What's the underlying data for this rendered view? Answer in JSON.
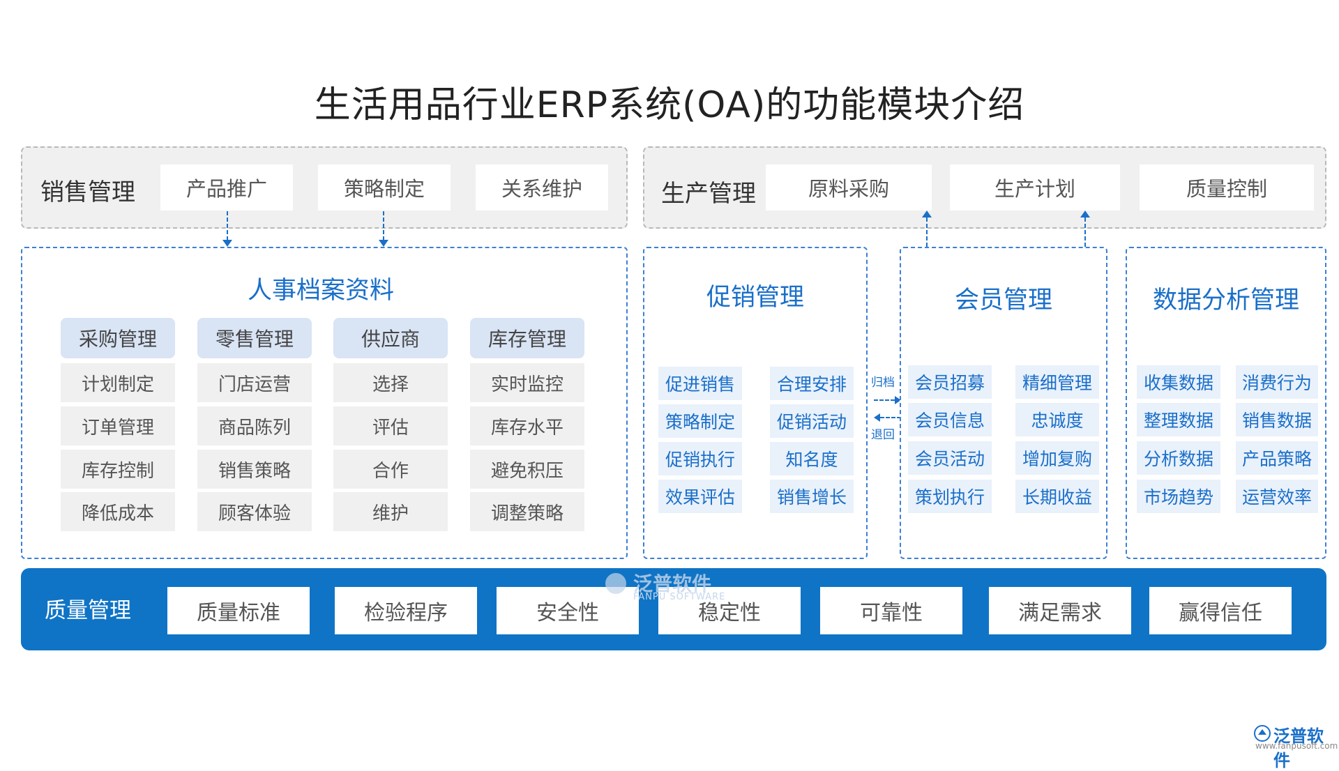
{
  "title": "生活用品行业ERP系统(OA)的功能模块介绍",
  "sales": {
    "label": "销售管理",
    "items": [
      "产品推广",
      "策略制定",
      "关系维护"
    ]
  },
  "production": {
    "label": "生产管理",
    "items": [
      "原料采购",
      "生产计划",
      "质量控制"
    ]
  },
  "hr": {
    "title": "人事档案资料",
    "columns": [
      {
        "header": "采购管理",
        "items": [
          "计划制定",
          "订单管理",
          "库存控制",
          "降低成本"
        ]
      },
      {
        "header": "零售管理",
        "items": [
          "门店运营",
          "商品陈列",
          "销售策略",
          "顾客体验"
        ]
      },
      {
        "header": "供应商",
        "items": [
          "选择",
          "评估",
          "合作",
          "维护"
        ]
      },
      {
        "header": "库存管理",
        "items": [
          "实时监控",
          "库存水平",
          "避免积压",
          "调整策略"
        ]
      }
    ]
  },
  "promo": {
    "title": "促销管理",
    "left": [
      "促进销售",
      "策略制定",
      "促销执行",
      "效果评估"
    ],
    "right": [
      "合理安排",
      "促销活动",
      "知名度",
      "销售增长"
    ]
  },
  "link": {
    "top": "归档",
    "bottom": "退回"
  },
  "member": {
    "title": "会员管理",
    "left": [
      "会员招募",
      "会员信息",
      "会员活动",
      "策划执行"
    ],
    "right": [
      "精细管理",
      "忠诚度",
      "增加复购",
      "长期收益"
    ]
  },
  "data_analysis": {
    "title": "数据分析管理",
    "left": [
      "收集数据",
      "整理数据",
      "分析数据",
      "市场趋势"
    ],
    "right": [
      "消费行为",
      "销售数据",
      "产品策略",
      "运营效率"
    ]
  },
  "quality": {
    "label": "质量管理",
    "items": [
      "质量标准",
      "检验程序",
      "安全性",
      "稳定性",
      "可靠性",
      "满足需求",
      "赢得信任"
    ]
  },
  "watermark": {
    "text": "泛普软件",
    "sub": "FANPU SOFTWARE"
  },
  "logo": {
    "text": "泛普软件",
    "url": "www.fanpusoft.com"
  },
  "colors": {
    "accent": "#1a6fc9",
    "bar": "#0f74c6",
    "header": "#d9e4f5"
  }
}
